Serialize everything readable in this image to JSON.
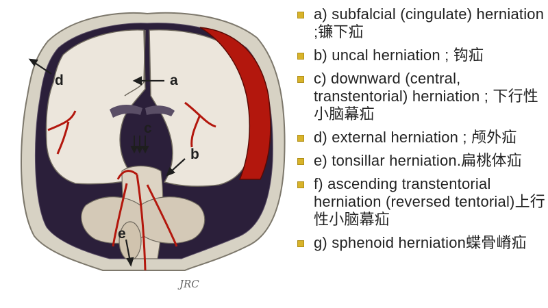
{
  "figure": {
    "labels": {
      "a": "a",
      "b": "b",
      "c": "c",
      "d": "d",
      "e": "e"
    },
    "signature": "JRC"
  },
  "legend": {
    "bullet_color": "#d8b32a",
    "items": [
      "a) subfalcial (cingulate) herniation ;镰下疝",
      "b) uncal herniation ; 钩疝",
      "c) downward (central, transtentorial) herniation ; 下行性小脑幕疝",
      "d) external herniation ; 颅外疝",
      "e) tonsillar herniation.扁桃体疝",
      "f) ascending transtentorial herniation (reversed tentorial)上行性小脑幕疝",
      "g) sphenoid herniation蝶骨嵴疝"
    ]
  }
}
